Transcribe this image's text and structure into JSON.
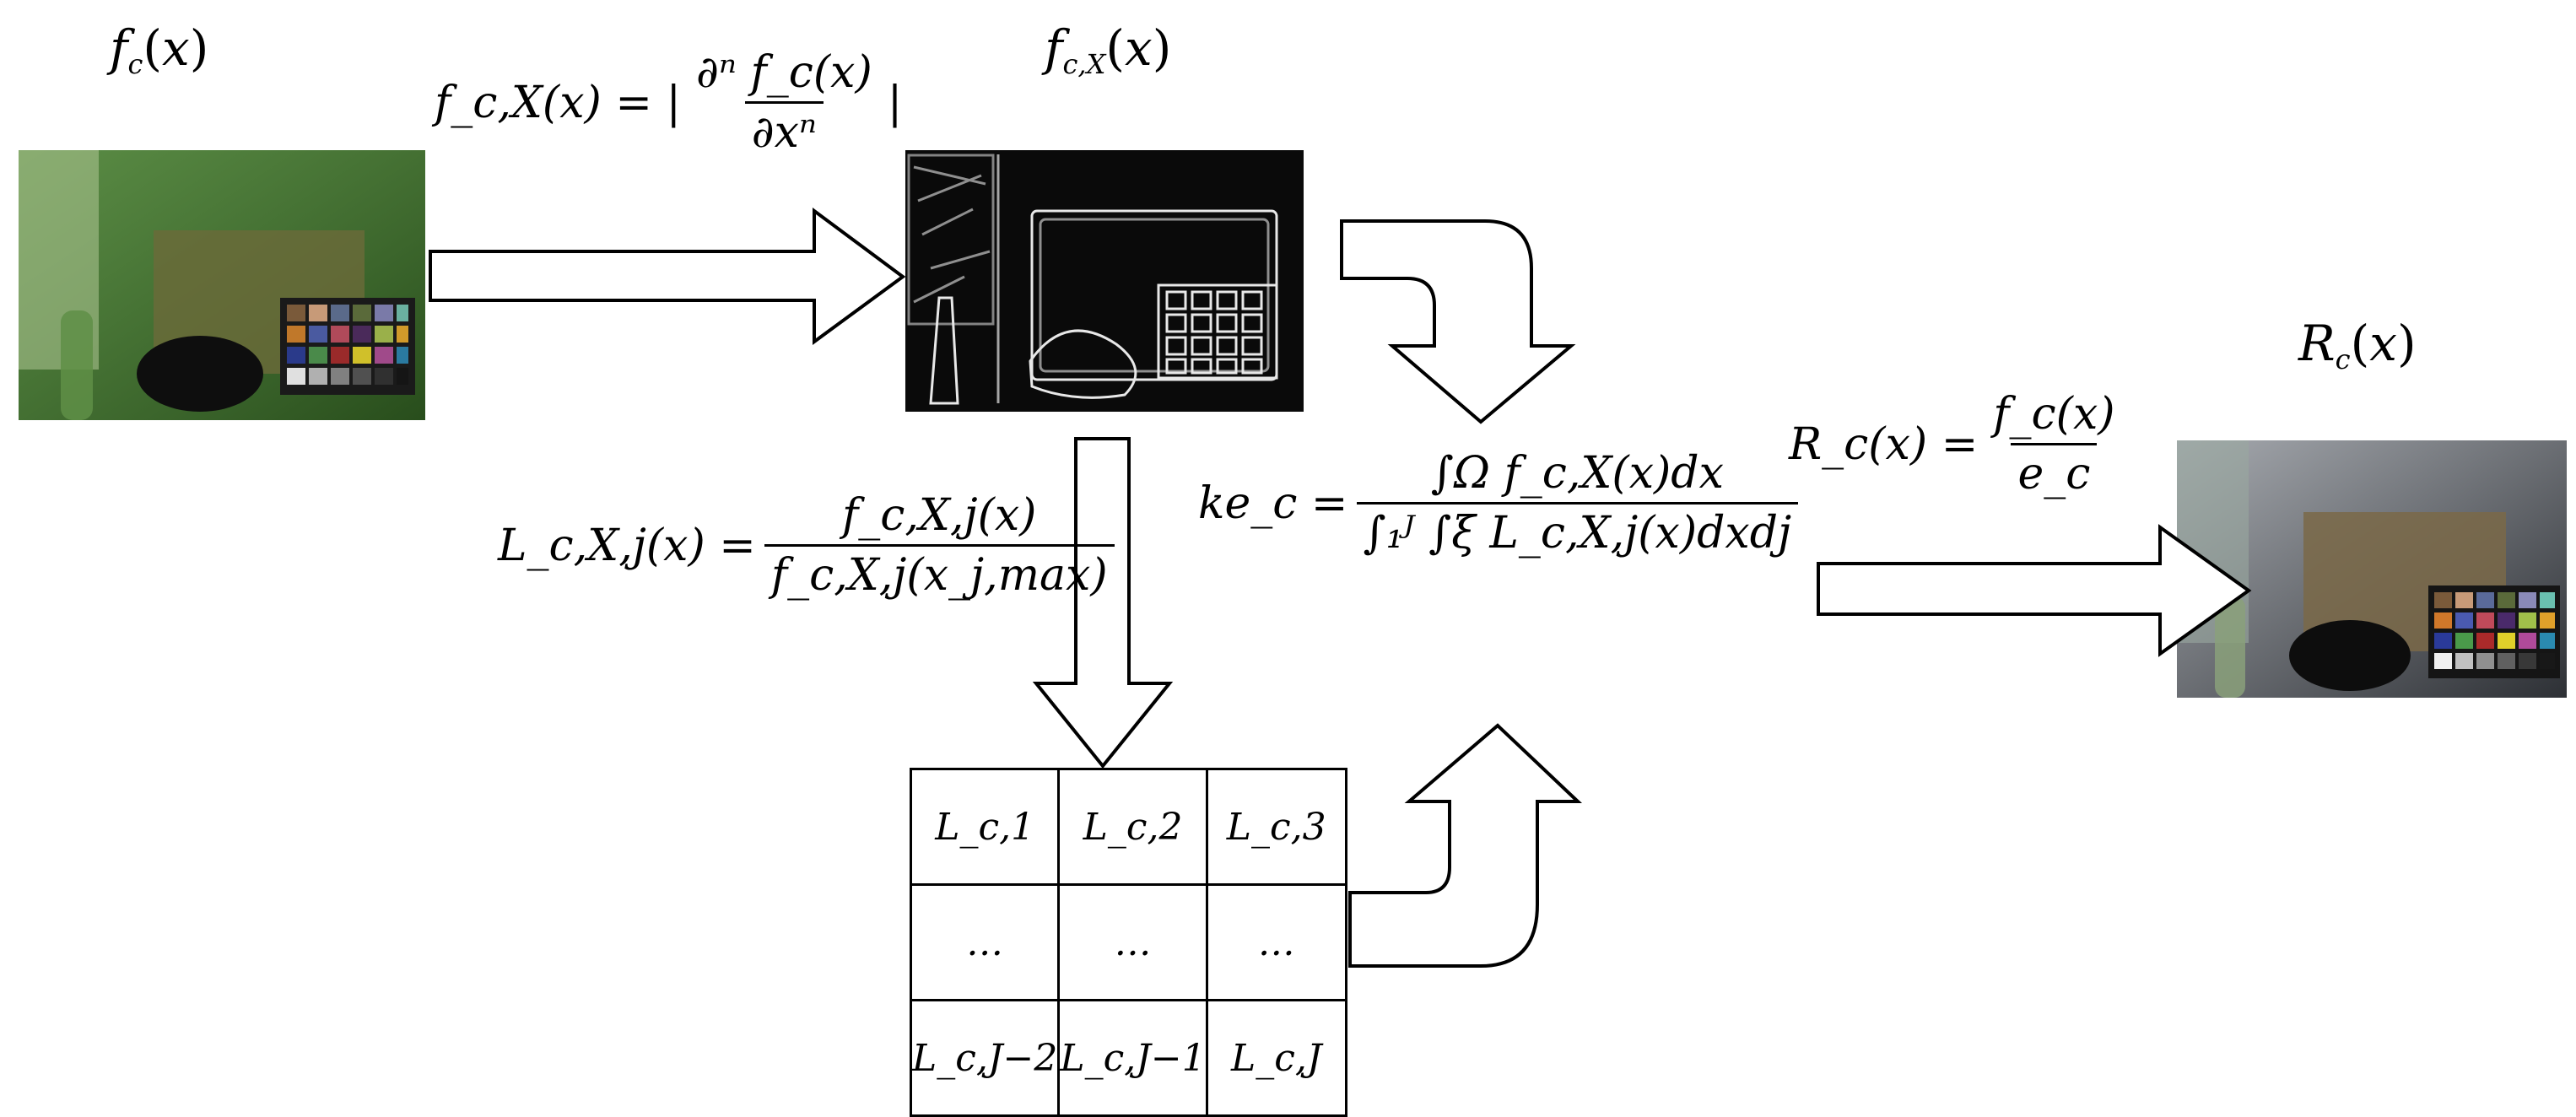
{
  "labels": {
    "input": "f_c(x)",
    "edge": "f_c,X(x)",
    "output": "R_c(x)"
  },
  "equations": {
    "derivative": {
      "lhs": "f_c,X(x) = |",
      "num": "∂ⁿ f_c(x)",
      "den": "∂xⁿ",
      "tail": "|"
    },
    "normalize": {
      "lhs": "L_c,X,j(x) =",
      "num": "f_c,X,j(x)",
      "den": "f_c,X,j(x_j,max)"
    },
    "estimate": {
      "lhs": "ke_c =",
      "num": "∫Ω f_c,X(x)dx",
      "den": "∫₁ᴶ ∫ξ L_c,X,j(x)dxdj"
    },
    "correct": {
      "lhs": "R_c(x) =",
      "num": "f_c(x)",
      "den": "e_c"
    }
  },
  "table": {
    "rows": [
      [
        "L_c,1",
        "L_c,2",
        "L_c,3"
      ],
      [
        "…",
        "…",
        "…"
      ],
      [
        "L_c,J−2",
        "L_c,J−1",
        "L_c,J"
      ]
    ]
  },
  "colors": {
    "input_tint": "#3f7a2e",
    "edge_bg": "#0a0a0a",
    "output_tint": "#5a5f66",
    "arrow_stroke": "#000000"
  }
}
